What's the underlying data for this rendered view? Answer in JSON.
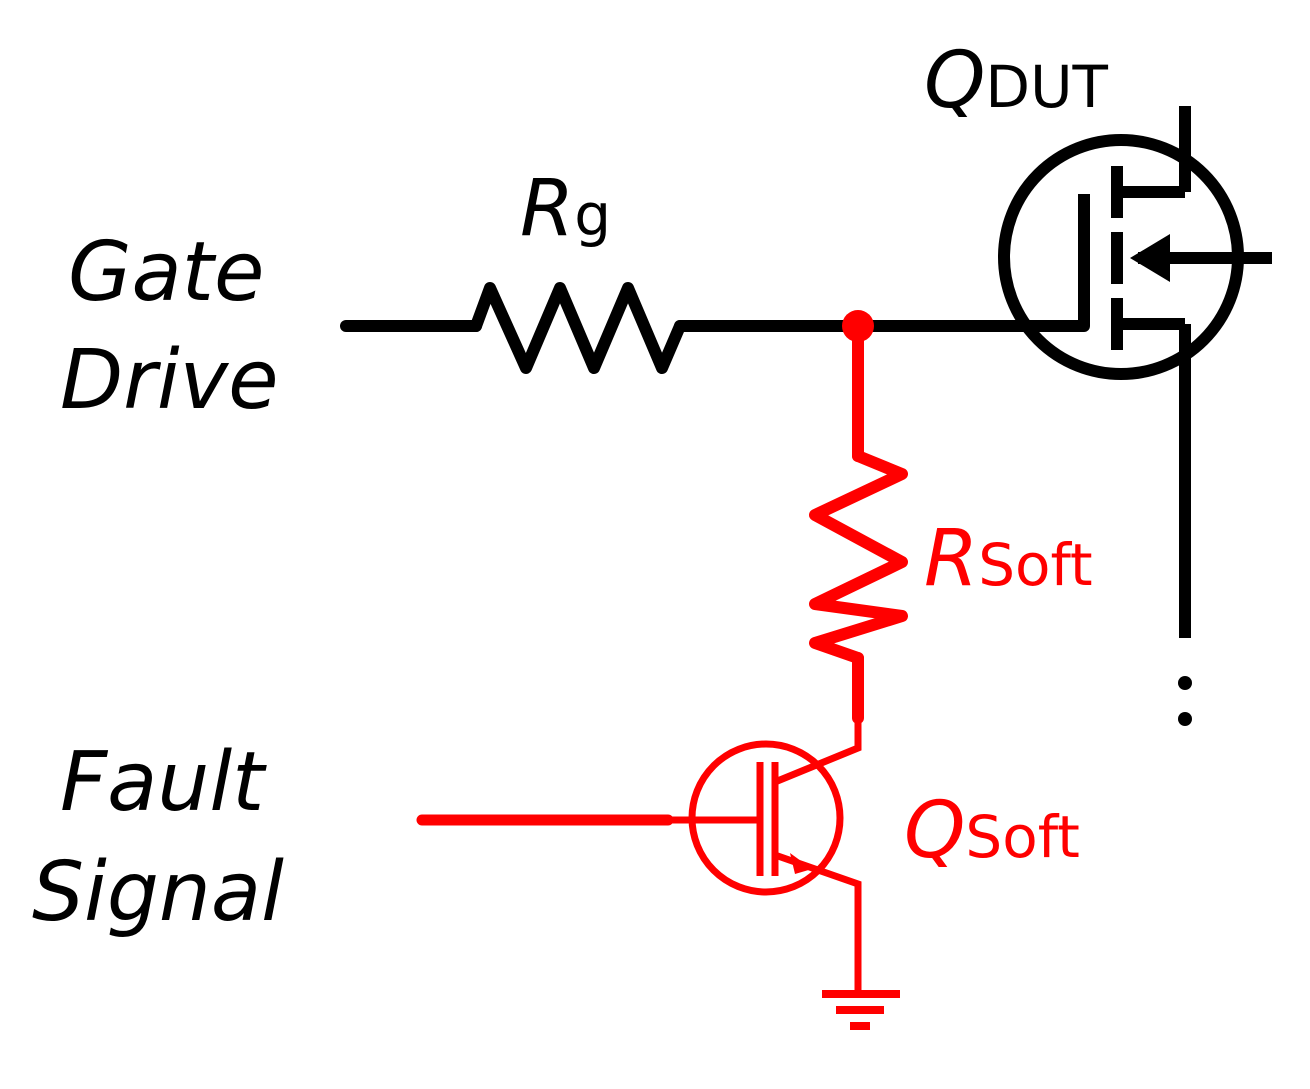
{
  "colors": {
    "main": "#000000",
    "soft_path": "#ff0000",
    "background": "#ffffff"
  },
  "labels": {
    "gate_drive": [
      "Gate",
      "Drive"
    ],
    "fault_signal": [
      "Fault",
      "Signal"
    ],
    "rg": {
      "symbol": "R",
      "sub": "g"
    },
    "q_dut": {
      "symbol": "Q",
      "sub": "DUT"
    },
    "r_soft": {
      "symbol": "R",
      "sub": "Soft"
    },
    "q_soft": {
      "symbol": "Q",
      "sub": "Soft"
    }
  },
  "components": {
    "resistors": [
      "resistor-rg",
      "resistor-rsoft"
    ],
    "transistors": [
      "mosfet-qdut",
      "igbt-qsoft"
    ],
    "ground": "ground-symbol"
  }
}
